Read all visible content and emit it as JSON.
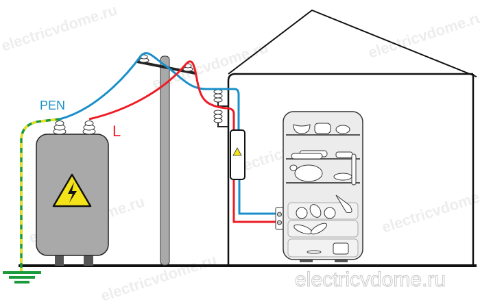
{
  "labels": {
    "pen": "PEN",
    "line": "L"
  },
  "watermark": "electricvdome.ru",
  "colors": {
    "pen_wire": "#1a8fc9",
    "line_wire": "#ee1c25",
    "earth_green": "#1a9a3a",
    "earth_yellow": "#e8e020",
    "housing": "#a9a9a9",
    "warning": "#f5e31a"
  }
}
